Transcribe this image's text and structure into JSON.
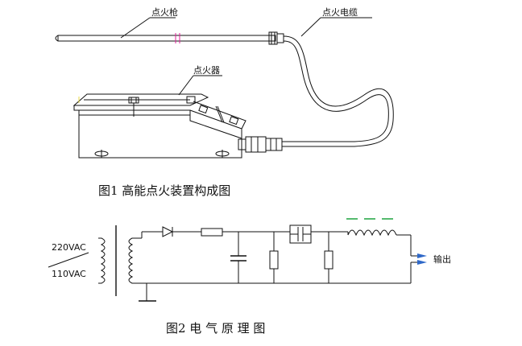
{
  "figure1": {
    "callouts": {
      "ignition_gun": "点火枪",
      "ignition_cable": "点火电缆",
      "igniter": "点火器"
    },
    "caption": "图1  高能点火装置构成图"
  },
  "figure2": {
    "input_labels": [
      "220VAC",
      "110VAC"
    ],
    "output_label": "输出",
    "caption": "图2 电 气 原 理 图"
  },
  "colors": {
    "line": "#111111",
    "gun_break_marks": "#e0209a",
    "choke_marks": "#2aa84a",
    "output_arrows": "#2f68c8"
  }
}
